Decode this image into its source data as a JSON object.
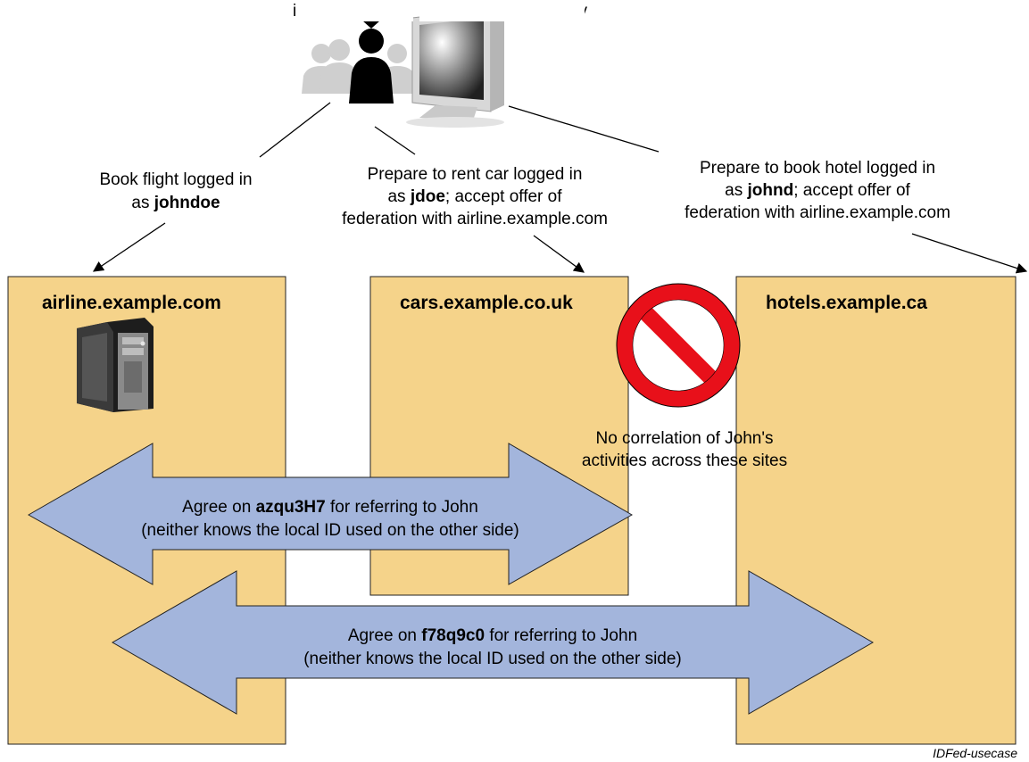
{
  "header_text": "ig an ... ay",
  "sites": {
    "airline": {
      "name": "airline.example.com"
    },
    "cars": {
      "name": "cars.example.co.uk"
    },
    "hotels": {
      "name": "hotels.example.ca"
    }
  },
  "notes": {
    "airline": {
      "line1": "Book flight logged in",
      "line2_pre": "as ",
      "line2_bold": "johndoe"
    },
    "cars": {
      "line1": "Prepare to rent car logged in",
      "line2_pre": "as ",
      "line2_bold": "jdoe",
      "line2_post": "; accept offer of",
      "line3": "federation with airline.example.com"
    },
    "hotels": {
      "line1": "Prepare to book hotel logged in",
      "line2_pre": "as ",
      "line2_bold": "johnd",
      "line2_post": "; accept offer of",
      "line3": "federation with airline.example.com"
    }
  },
  "no_correlation": {
    "line1": "No correlation of John's",
    "line2": "activities across these sites"
  },
  "arrows": {
    "top": {
      "line1_pre": "Agree on ",
      "line1_bold": "azqu3H7",
      "line1_post": " for referring to John",
      "line2": "(neither knows the local ID used on the other side)"
    },
    "bottom": {
      "line1_pre": "Agree on ",
      "line1_bold": "f78q9c0",
      "line1_post": " for referring to John",
      "line2": "(neither knows the local ID used on the other side)"
    }
  },
  "caption": "IDFed-usecase",
  "colors": {
    "site_fill": "#f5d38a",
    "arrow_fill": "#a3b5dc",
    "prohibit_red": "#e8101a"
  }
}
